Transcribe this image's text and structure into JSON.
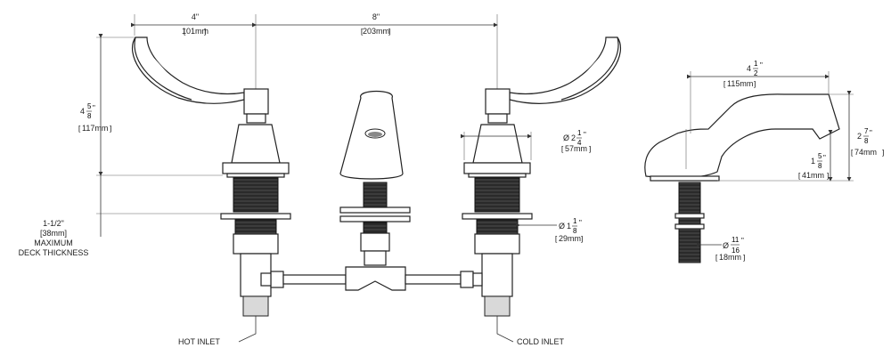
{
  "dims": {
    "handle_spread": {
      "inch": "4\"",
      "mm": "101mm"
    },
    "center_spread": {
      "inch": "8\"",
      "mm": "203mm"
    },
    "handle_height": {
      "whole": "4",
      "num": "5",
      "den": "8",
      "suffix": "\"",
      "mm": "117mm"
    },
    "escutcheon_dia": {
      "prefix": "Ø",
      "whole": "2",
      "num": "1",
      "den": "4",
      "suffix": "\"",
      "mm": "57mm"
    },
    "shank_dia": {
      "prefix": "Ø",
      "whole": "1",
      "num": "1",
      "den": "8",
      "suffix": "\"",
      "mm": "29mm"
    },
    "deck": {
      "line1": "1-1/2\"",
      "line2": "[38mm]",
      "line3": "MAXIMUM",
      "line4": "DECK THICKNESS"
    },
    "spout_reach": {
      "whole": "4",
      "num": "1",
      "den": "2",
      "suffix": "\"",
      "mm": "115mm"
    },
    "spout_height": {
      "whole": "2",
      "num": "7",
      "den": "8",
      "suffix": "\"",
      "mm": "74mm"
    },
    "spout_outlet": {
      "whole": "1",
      "num": "5",
      "den": "8",
      "suffix": "\"",
      "mm": "41mm"
    },
    "spout_shank": {
      "prefix": "Ø",
      "num": "11",
      "den": "16",
      "suffix": "\"",
      "mm": "18mm"
    }
  },
  "labels": {
    "hot": "HOT INLET",
    "cold": "COLD INLET"
  }
}
